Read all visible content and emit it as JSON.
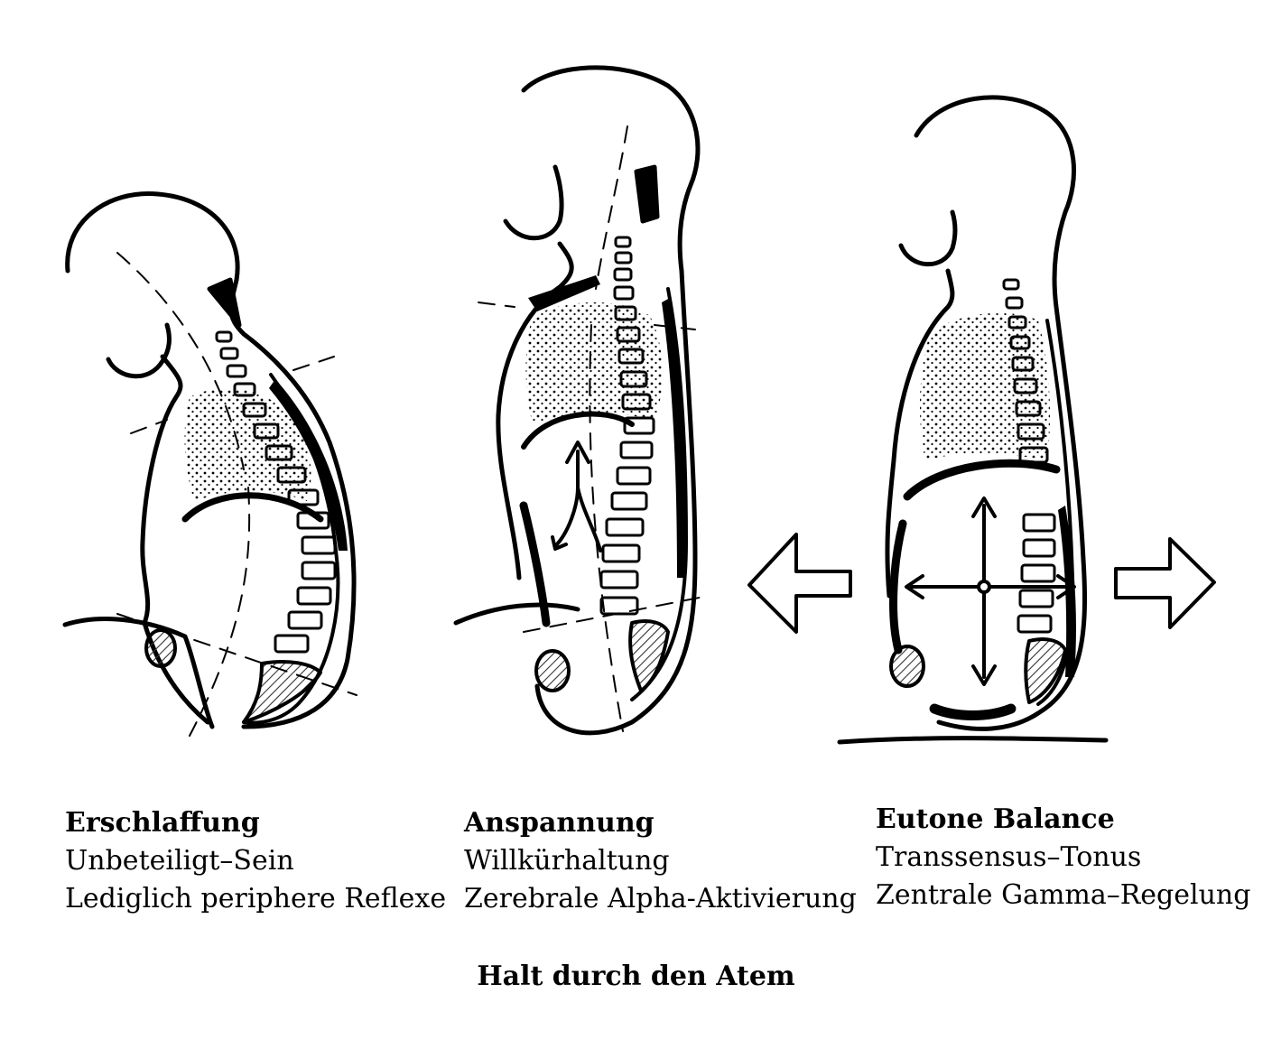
{
  "figure": {
    "caption": "Halt durch den Atem",
    "panels": [
      {
        "title": "Erschlaffung",
        "line1": "Unbeteiligt–Sein",
        "line2": "Lediglich periphere Reflexe"
      },
      {
        "title": "Anspannung",
        "line1": "Willkürhaltung",
        "line2": "Zerebrale Alpha-Aktivierung"
      },
      {
        "title": "Eutone Balance",
        "line1": "Transsensus–Tonus",
        "line2": "Zentrale Gamma–Regelung"
      }
    ]
  },
  "colors": {
    "ink": "#000000",
    "paper": "#ffffff",
    "hatch": "#555555"
  }
}
